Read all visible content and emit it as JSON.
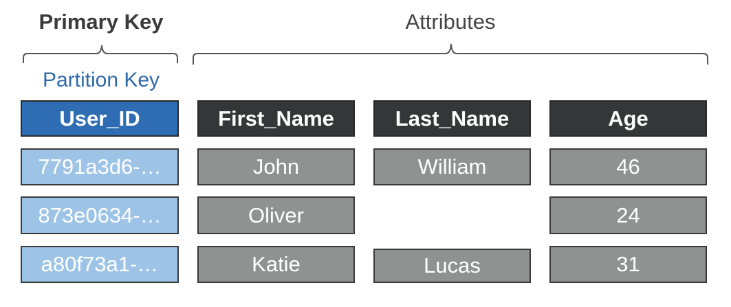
{
  "header": {
    "primary_key": "Primary Key",
    "attributes": "Attributes",
    "partition_key": "Partition Key"
  },
  "columns": {
    "user_id": "User_ID",
    "first_name": "First_Name",
    "last_name": "Last_Name",
    "age": "Age"
  },
  "rows": [
    {
      "user_id": "7791a3d6-…",
      "first_name": "John",
      "last_name": "William",
      "age": "46"
    },
    {
      "user_id": "873e0634-…",
      "first_name": "Oliver",
      "last_name": null,
      "age": "24"
    },
    {
      "user_id": "a80f73a1-…",
      "first_name": "Katie",
      "last_name": "Lucas",
      "age": "31"
    }
  ],
  "colors": {
    "partition_key_header": "#2e6db3",
    "attribute_header": "#343638",
    "partition_key_cell": "#9dc3e6",
    "attribute_cell": "#8e9291",
    "partition_key_label": "#2f6aa8"
  }
}
